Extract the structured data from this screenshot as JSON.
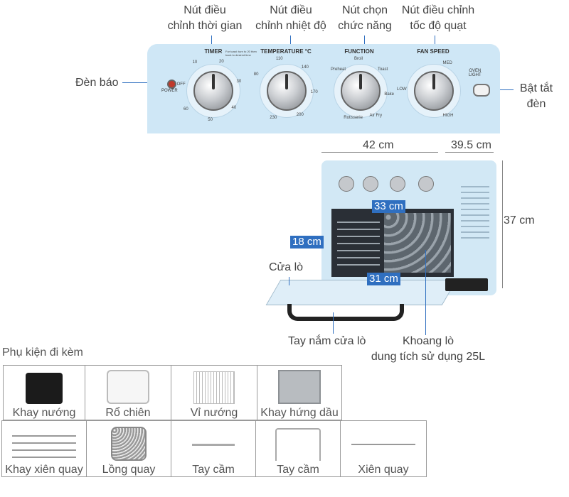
{
  "callouts": {
    "timer_knob": [
      "Nút điều",
      "chỉnh thời gian"
    ],
    "temp_knob": [
      "Nút điều",
      "chỉnh nhiệt độ"
    ],
    "function_knob": [
      "Nút chọn",
      "chức năng"
    ],
    "fan_knob": [
      "Nút điều chỉnh",
      "tốc độ quạt"
    ],
    "indicator": "Đèn báo",
    "light_switch": [
      "Bật tắt",
      "đèn"
    ],
    "door": "Cửa lò",
    "door_handle": "Tay nắm cửa lò",
    "cavity": [
      "Khoang lò",
      "dung tích sử dụng 25L"
    ]
  },
  "panel": {
    "power": "POWER",
    "timer": "TIMER",
    "temperature": "TEMPERATURE °C",
    "function": "FUNCTION",
    "fan_speed": "FAN SPEED",
    "oven_light": [
      "OVEN",
      "LIGHT"
    ],
    "timer_ticks": [
      "OFF",
      "10",
      "20",
      "30",
      "40",
      "50",
      "60"
    ],
    "temp_ticks": [
      "80",
      "110",
      "140",
      "170",
      "200",
      "230"
    ],
    "function_ticks": [
      "Preheat",
      "Broil",
      "Toast",
      "Bake",
      "Air Fry",
      "Rotisserie"
    ],
    "fan_ticks": [
      "LOW",
      "MED",
      "HIGH"
    ],
    "timer_note": "For toast: turn to 20 then back to desired time"
  },
  "dimensions": {
    "width": "42 cm",
    "depth": "39.5 cm",
    "height": "37 cm",
    "inner_width": "33 cm",
    "inner_height": "18 cm",
    "inner_depth": "31 cm"
  },
  "accessories": {
    "title": "Phụ kiện đi kèm",
    "row1": [
      "Khay nướng",
      "Rổ chiên",
      "Vỉ nướng",
      "Khay hứng dầu"
    ],
    "row2": [
      "Khay xiên quay",
      "Lồng quay",
      "Tay cầm",
      "Tay cầm",
      "Xiên quay"
    ]
  },
  "colors": {
    "panel": "#cfe7f6",
    "accent": "#2f6fc0"
  }
}
